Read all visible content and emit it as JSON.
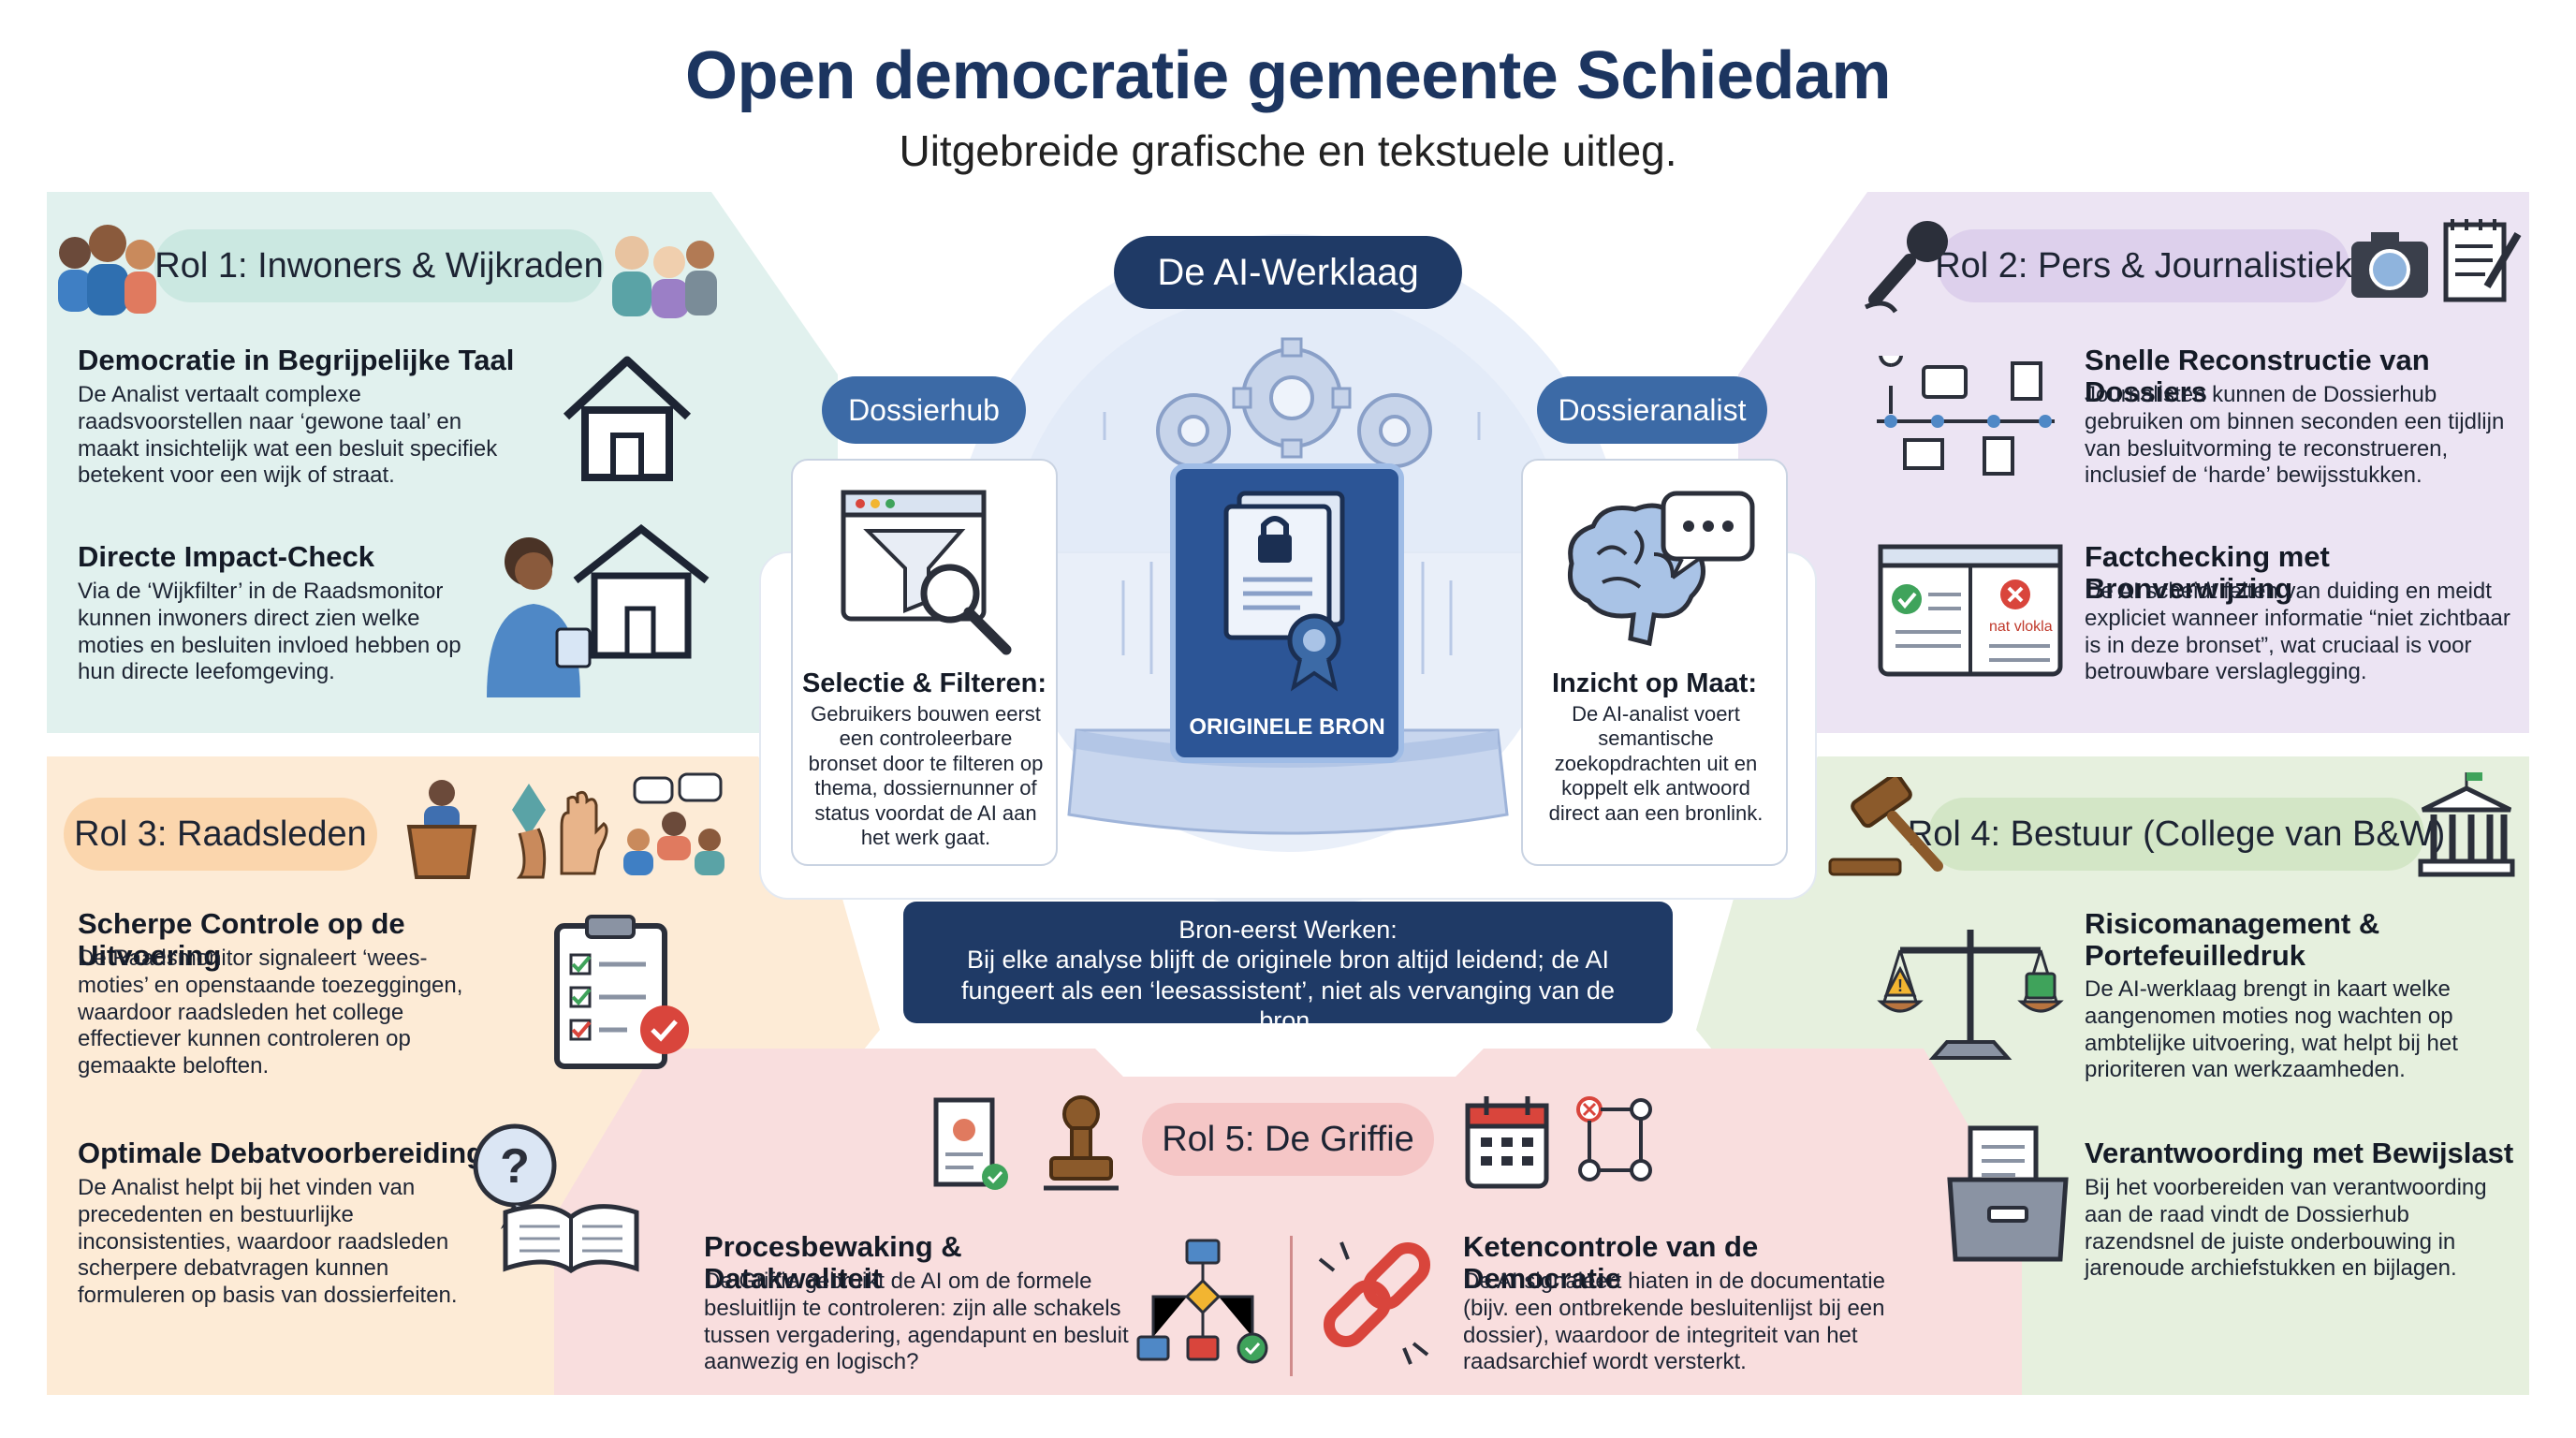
{
  "header": {
    "title": "Open democratie gemeente Schiedam",
    "subtitle": "Uitgebreide grafische en tekstuele uitleg."
  },
  "center": {
    "label": "De AI-Werklaag",
    "source_label": "ORIGINELE BRON",
    "dossierhub": {
      "label": "Dossierhub",
      "title": "Selectie & Filteren:",
      "body": "Gebruikers bouwen eerst een controleerbare bronset door te filteren op thema, dossiernunner of status voordat de AI aan het werk gaat."
    },
    "dossieranalist": {
      "label": "Dossieranalist",
      "title": "Inzicht op Maat:",
      "body": "De AI-analist voert semantische zoekopdrachten uit en koppelt elk antwoord direct aan een bronlink.",
      "bubble": "nat vlokla"
    },
    "principle": {
      "title": "Bron-eerst Werken:",
      "body": "Bij elke analyse blijft de originele bron altijd leidend; de AI fungeert als een ‘leesassistent’, niet als vervanging van de bron."
    }
  },
  "roles": {
    "r1": {
      "label": "Rol 1: Inwoners & Wijkraden",
      "s1_title": "Democratie in Begrijpelijke Taal",
      "s1_body": "De Analist vertaalt complexe raadsvoorstellen naar ‘gewone taal’ en maakt insichtelijk wat een besluit specifiek betekent voor een wijk of straat.",
      "s2_title": "Directe Impact-Check",
      "s2_body": "Via de ‘Wijkfilter’ in de Raadsmonitor kunnen inwoners direct zien welke moties en besluiten invloed hebben op hun directe leefomgeving."
    },
    "r2": {
      "label": "Rol 2: Pers & Journalistiek",
      "s1_title": "Snelle Reconstructie van Dossiers",
      "s1_body": "Journalisten kunnen de Dossierhub gebruiken om binnen seconden een tijdlijn van besluitvorming te reconstrueren, inclusief de ‘harde’ bewijsstukken.",
      "s2_title": "Factchecking met Bronverwijzing",
      "s2_body": "De AI scheidt feiten van duiding en meidt expliciet wanneer informatie “niet zichtbaar is in deze bronset”, wat cruciaal is voor betrouwbare verslaglegging."
    },
    "r3": {
      "label": "Rol 3: Raadsleden",
      "s1_title": "Scherpe Controle op de Uitvoering",
      "s1_body": "De Raadsmonitor signaleert ‘wees-moties’ en openstaande toezeggingen, waardoor raadsleden het college effectiever kunnen controleren op gemaakte beloften.",
      "s2_title": "Optimale Debatvoorbereiding",
      "s2_body": "De Analist helpt bij het vinden van precedenten en bestuurlijke inconsistenties, waardoor raadsleden scherpere debatvragen kunnen formuleren op basis van dossierfeiten."
    },
    "r4": {
      "label": "Rol 4: Bestuur (College van B&W)",
      "s1_title": "Risicomanagement & Portefeuilledruk",
      "s1_body": "De AI-werklaag brengt in kaart welke aangenomen moties nog wachten op ambtelijke uitvoering, wat helpt bij het prioriteren van werkzaamheden.",
      "s2_title": "Verantwoording met Bewijslast",
      "s2_body": "Bij het voorbereiden van verantwoording aan de raad vindt de Dossierhub razendsnel de juiste onderbouwing in jarenoude archiefstukken en bijlagen."
    },
    "r5": {
      "label": "Rol 5: De Griffie",
      "s1_title": "Procesbewaking & Datakwaliteit",
      "s1_body": "De Griffie gebruikt de AI om de formele besluitlijn te controleren: zijn alle schakels tussen vergadering, agendapunt en besluit aanwezig en logisch?",
      "s2_title": "Ketencontrole van de Democratie",
      "s2_body": "De AI signaleert hiaten in de documentatie (bijv. een ontbrekende besluitenlijst bij een dossier), waardoor de integriteit van het raadsarchief wordt versterkt."
    }
  },
  "colors": {
    "navy": "#1f3a66",
    "r1_bg": "#e1f1ee",
    "r1_pill": "#cbe8e1",
    "r2_bg": "#ece4f3",
    "r2_pill": "#ddd0ec",
    "r3_bg": "#fdebd6",
    "r3_pill": "#fbd6ad",
    "r4_bg": "#e6f0de",
    "r4_pill": "#d3e6c6",
    "r5_bg": "#f9dede",
    "r5_pill": "#f5c6c6"
  },
  "icons": [
    "people-icon",
    "elderly-icon",
    "house-icon",
    "tablet-person-icon",
    "microphone-icon",
    "camera-icon",
    "notepad-icon",
    "timeline-icon",
    "factcheck-icon",
    "podium-icon",
    "vote-hand-icon",
    "raised-hand-icon",
    "meeting-icon",
    "clipboard-check-icon",
    "question-book-icon",
    "gavel-icon",
    "townhall-icon",
    "scales-icon",
    "archive-icon",
    "document-icon",
    "stamp-icon",
    "calendar-icon",
    "flow-icon",
    "flowchart-icon",
    "broken-chain-icon",
    "filter-search-icon",
    "brain-chat-icon",
    "gear-icon",
    "lock-document-icon"
  ]
}
